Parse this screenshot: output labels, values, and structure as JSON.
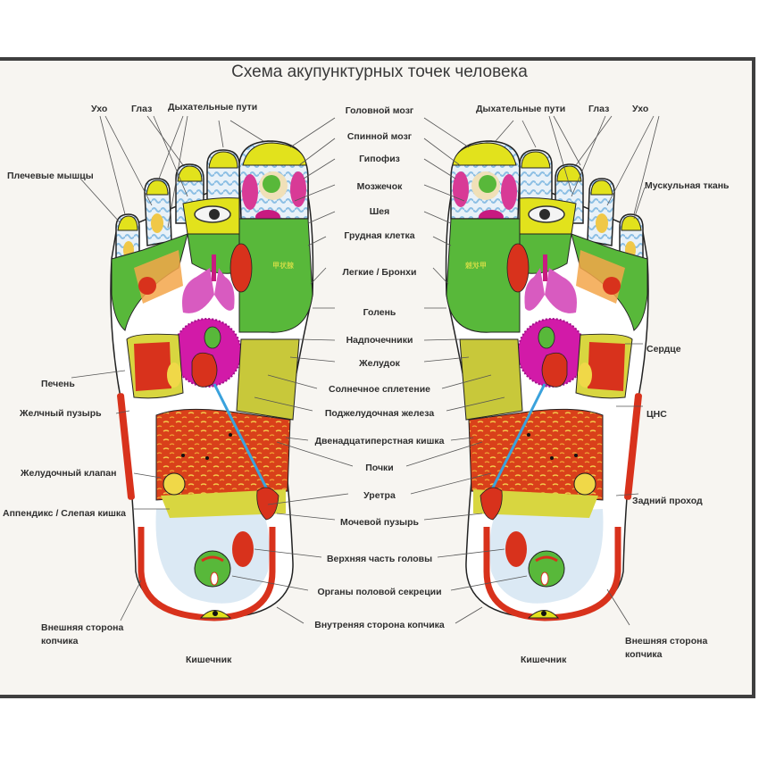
{
  "title": "Схема акупунктурных точек человека",
  "colors": {
    "background": "#f7f5f1",
    "frame": "#3f3f3f",
    "toe_tip": "#e2e21c",
    "toe_body": "#bcd9ec",
    "green_zone": "#58b83a",
    "magenta": "#d21aa8",
    "pink_lung": "#d85bc0",
    "red_organ": "#d8321c",
    "intestine": "#dd4a1c",
    "yellow_zone": "#d8d640",
    "blue_duct": "#3aa2dc",
    "leader_line": "#555555",
    "text": "#2f2f2f"
  },
  "labels": {
    "top_left": {
      "ear": "Ухо",
      "eye": "Глаз",
      "airways": "Дыхательные пути",
      "shoulder_muscles": "Плечевые мышцы"
    },
    "top_right": {
      "airways": "Дыхательные пути",
      "eye": "Глаз",
      "ear": "Ухо",
      "muscle_tissue": "Мускульная ткань"
    },
    "center": [
      "Головной мозг",
      "Спинной мозг",
      "Гипофиз",
      "Мозжечок",
      "Шея",
      "Грудная клетка",
      "Легкие / Бронхи",
      "Голень",
      "Надпочечники",
      "Желудок",
      "Солнечное сплетение",
      "Поджелудочная железа",
      "Двенадцатиперстная кишка",
      "Почки",
      "Уретра",
      "Мочевой пузырь",
      "Верхняя часть головы",
      "Органы половой секреции",
      "Внутреняя сторона копчика"
    ],
    "left": {
      "liver": "Печень",
      "gallbladder": "Желчный пузырь",
      "pyloric_valve": "Желудочный клапан",
      "appendix": "Аппендикс / Слепая кишка",
      "outer_coccyx_line1": "Внешняя сторона",
      "outer_coccyx_line2": "копчика",
      "intestine": "Кишечник"
    },
    "right": {
      "heart": "Сердце",
      "cns": "ЦНС",
      "anus": "Задний проход",
      "outer_coccyx_line1": "Внешняя сторона",
      "outer_coccyx_line2": "копчика",
      "intestine": "Кишечник"
    }
  }
}
